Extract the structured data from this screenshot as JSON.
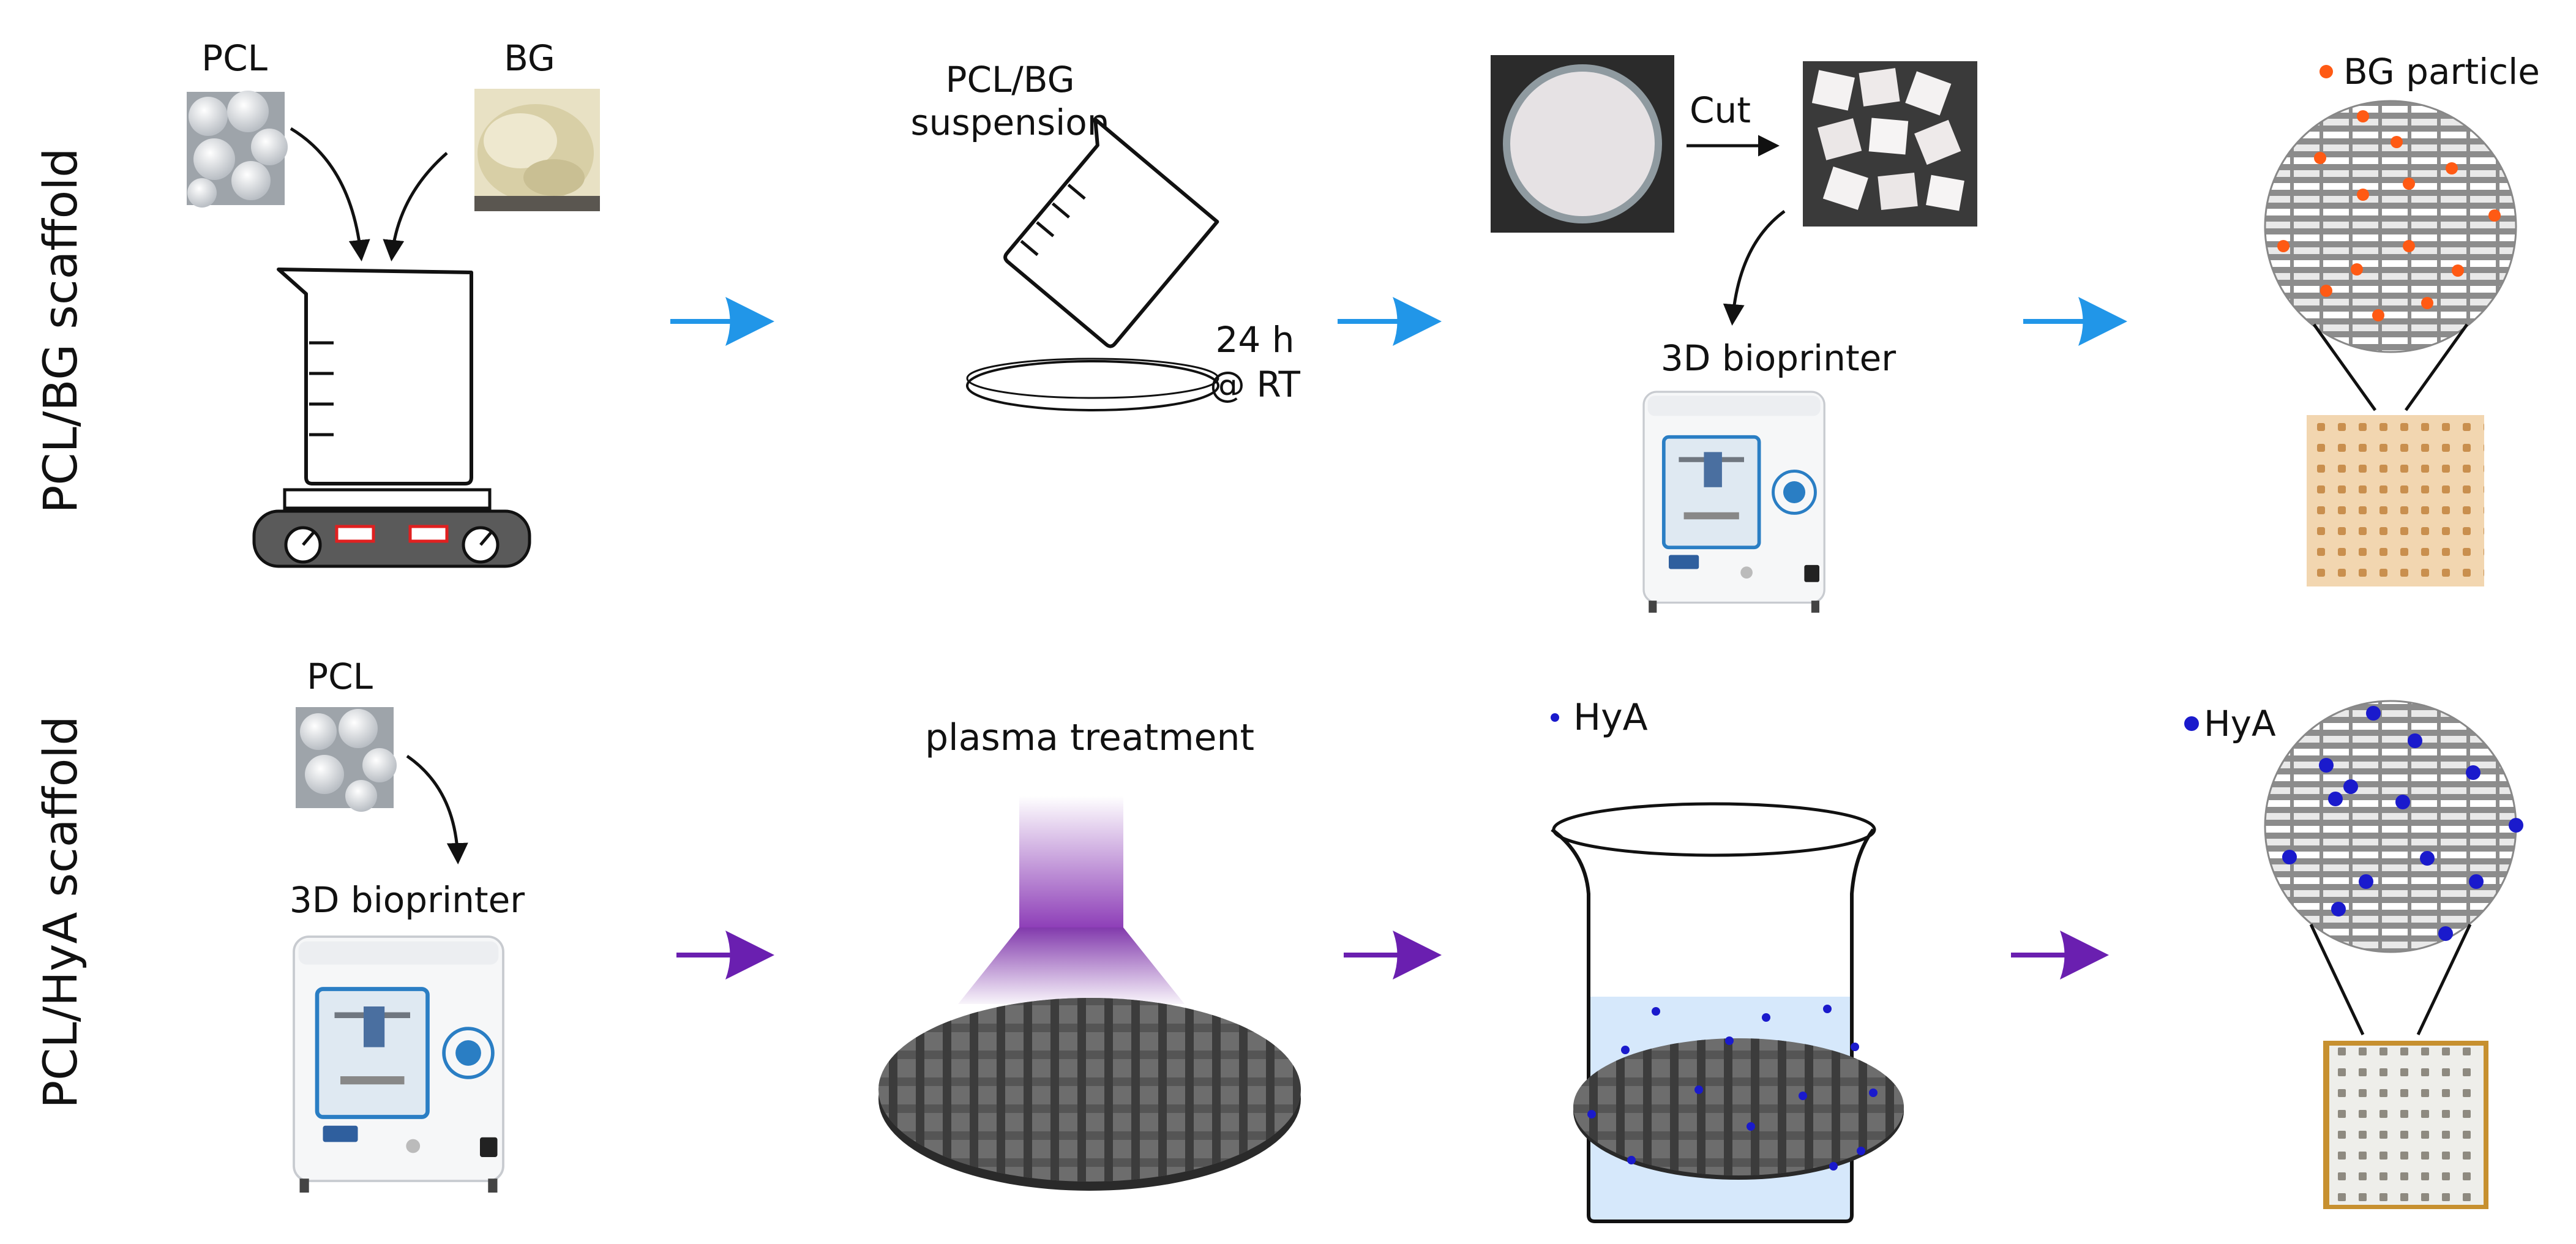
{
  "rows": [
    {
      "side_label": "PCL/BG scaffold",
      "ingredients": [
        "PCL",
        "BG"
      ],
      "step2_label_lines": [
        "PCL/BG",
        "suspension"
      ],
      "step2_note_lines": [
        "24 h",
        "@ RT"
      ],
      "cut_label": "Cut",
      "printer_label": "3D bioprinter",
      "legend_label": "BG particle"
    },
    {
      "side_label": "PCL/HyA scaffold",
      "ingredient": "PCL",
      "printer_label": "3D bioprinter",
      "plasma_label": "plasma treatment",
      "hya_label": "HyA",
      "legend_label": "HyA"
    }
  ],
  "colors": {
    "row1_arrow": "#2196e8",
    "row2_arrow": "#6a1fb0",
    "bg_particle": "#ff5a14",
    "hya_dot": "#1a1acc",
    "plasma": "#7b2fa8",
    "scaffold_dark": "#4a4a4a",
    "solution": "#d6e8fb"
  }
}
